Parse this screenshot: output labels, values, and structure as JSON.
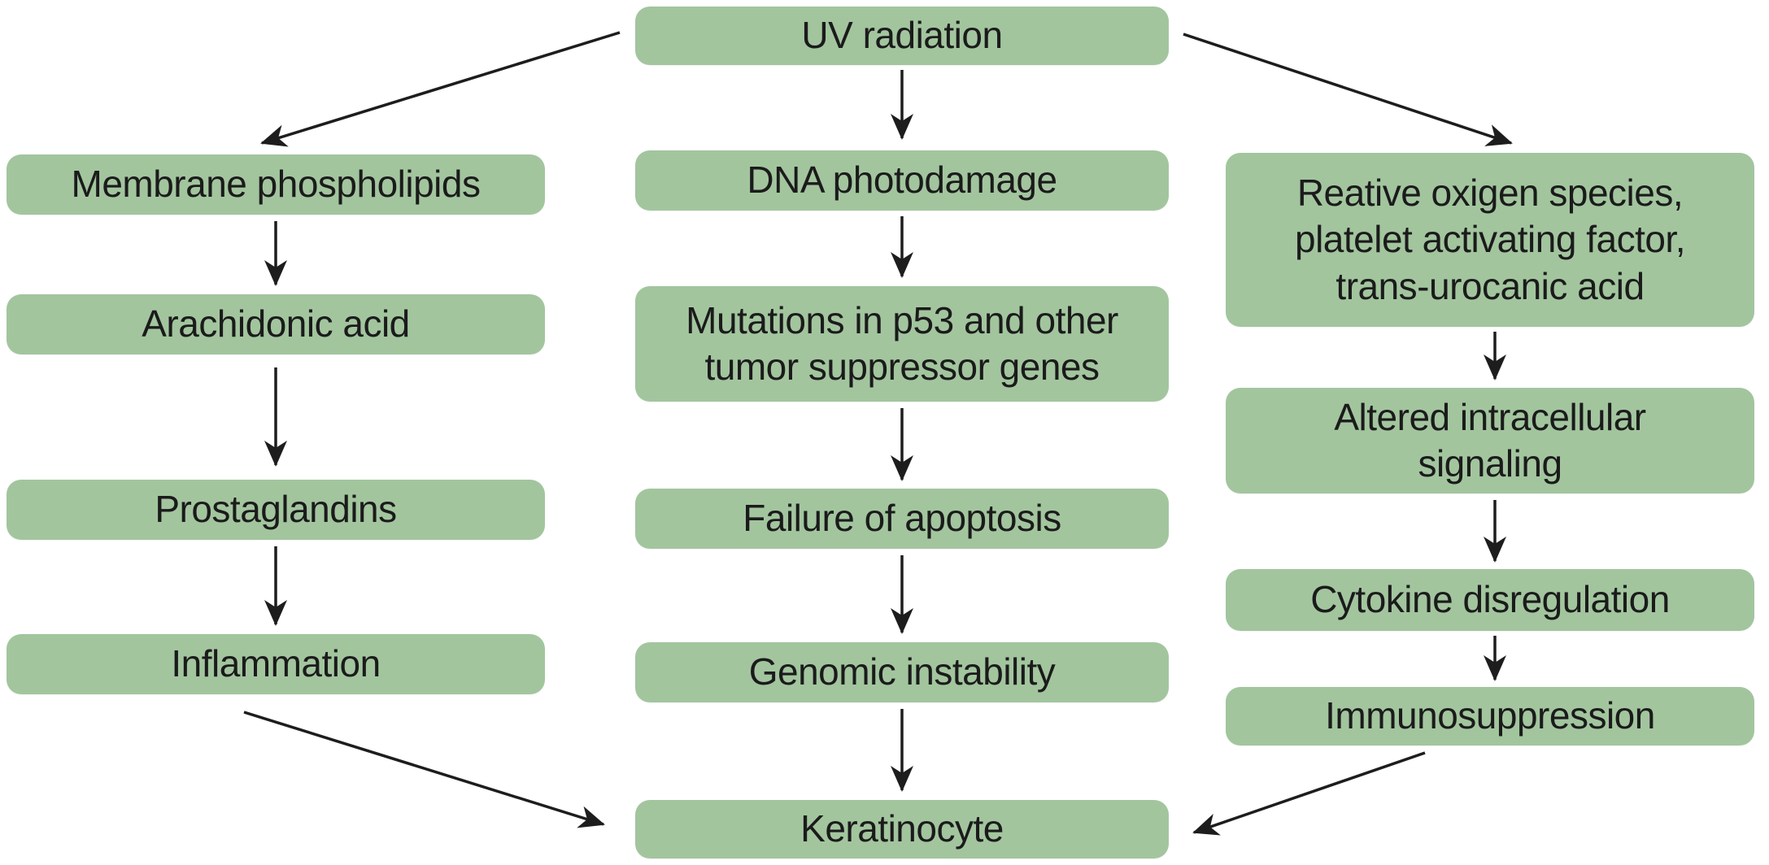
{
  "diagram": {
    "colors": {
      "node_fill": "#a2c59e",
      "text_color": "#1b1b1b",
      "arrow_color": "#1d1d1d",
      "background": "#ffffff"
    },
    "nodes": {
      "uv": {
        "label": "UV radiation"
      },
      "membrane_phospholipids": {
        "label": "Membrane phospholipids"
      },
      "arachidonic_acid": {
        "label": "Arachidonic acid"
      },
      "prostaglandins": {
        "label": "Prostaglandins"
      },
      "inflammation": {
        "label": "Inflammation"
      },
      "dna_photodamage": {
        "label": "DNA photodamage"
      },
      "p53_mutations": {
        "label": "Mutations in p53 and other\ntumor suppressor genes"
      },
      "failure_of_apoptosis": {
        "label": "Failure of apoptosis"
      },
      "genomic_instability": {
        "label": "Genomic instability"
      },
      "keratinocyte": {
        "label": "Keratinocyte"
      },
      "ros_paf_uca": {
        "label": "Reative oxigen species,\nplatelet activating factor,\ntrans-urocanic acid"
      },
      "altered_signaling": {
        "label": "Altered intracellular\nsignaling"
      },
      "cytokine_disregulation": {
        "label": "Cytokine disregulation"
      },
      "immunosuppression": {
        "label": "Immunosuppression"
      }
    },
    "edges": [
      {
        "from": "UV radiation",
        "to": "Membrane phospholipids"
      },
      {
        "from": "UV radiation",
        "to": "DNA photodamage"
      },
      {
        "from": "UV radiation",
        "to": "Reative oxigen species, platelet activating factor, trans-urocanic acid"
      },
      {
        "from": "Membrane phospholipids",
        "to": "Arachidonic acid"
      },
      {
        "from": "Arachidonic acid",
        "to": "Prostaglandins"
      },
      {
        "from": "Prostaglandins",
        "to": "Inflammation"
      },
      {
        "from": "Inflammation",
        "to": "Keratinocyte"
      },
      {
        "from": "DNA photodamage",
        "to": "Mutations in p53 and other tumor suppressor genes"
      },
      {
        "from": "Mutations in p53 and other tumor suppressor genes",
        "to": "Failure of apoptosis"
      },
      {
        "from": "Failure of apoptosis",
        "to": "Genomic instability"
      },
      {
        "from": "Genomic instability",
        "to": "Keratinocyte"
      },
      {
        "from": "Reative oxigen species, platelet activating factor, trans-urocanic acid",
        "to": "Altered intracellular signaling"
      },
      {
        "from": "Altered intracellular signaling",
        "to": "Cytokine disregulation"
      },
      {
        "from": "Cytokine disregulation",
        "to": "Immunosuppression"
      },
      {
        "from": "Immunosuppression",
        "to": "Keratinocyte"
      }
    ]
  }
}
